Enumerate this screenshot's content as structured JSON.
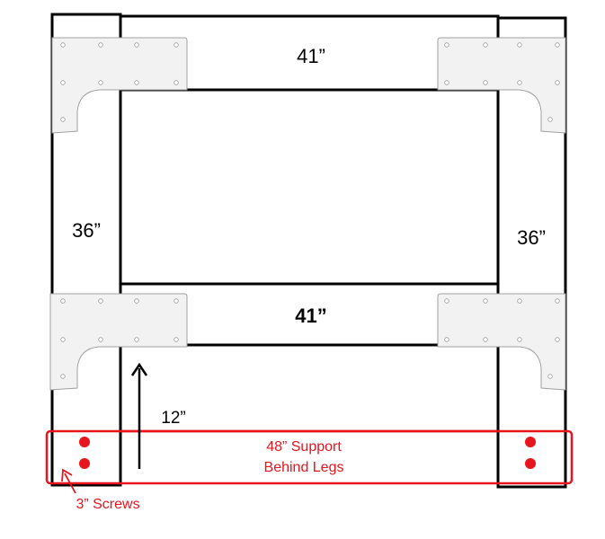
{
  "labels": {
    "top_rail": "41”",
    "middle_rail": "41”",
    "left_leg": "36”",
    "right_leg": "36”",
    "height_mark": "12”",
    "support_line1": "48” Support",
    "support_line2": "Behind Legs",
    "screws": "3” Screws"
  },
  "colors": {
    "outline": "#000000",
    "bracket_fill": "#f2f2f2",
    "bracket_stroke": "#a0a0a0",
    "accent_red": "#e8141e"
  }
}
